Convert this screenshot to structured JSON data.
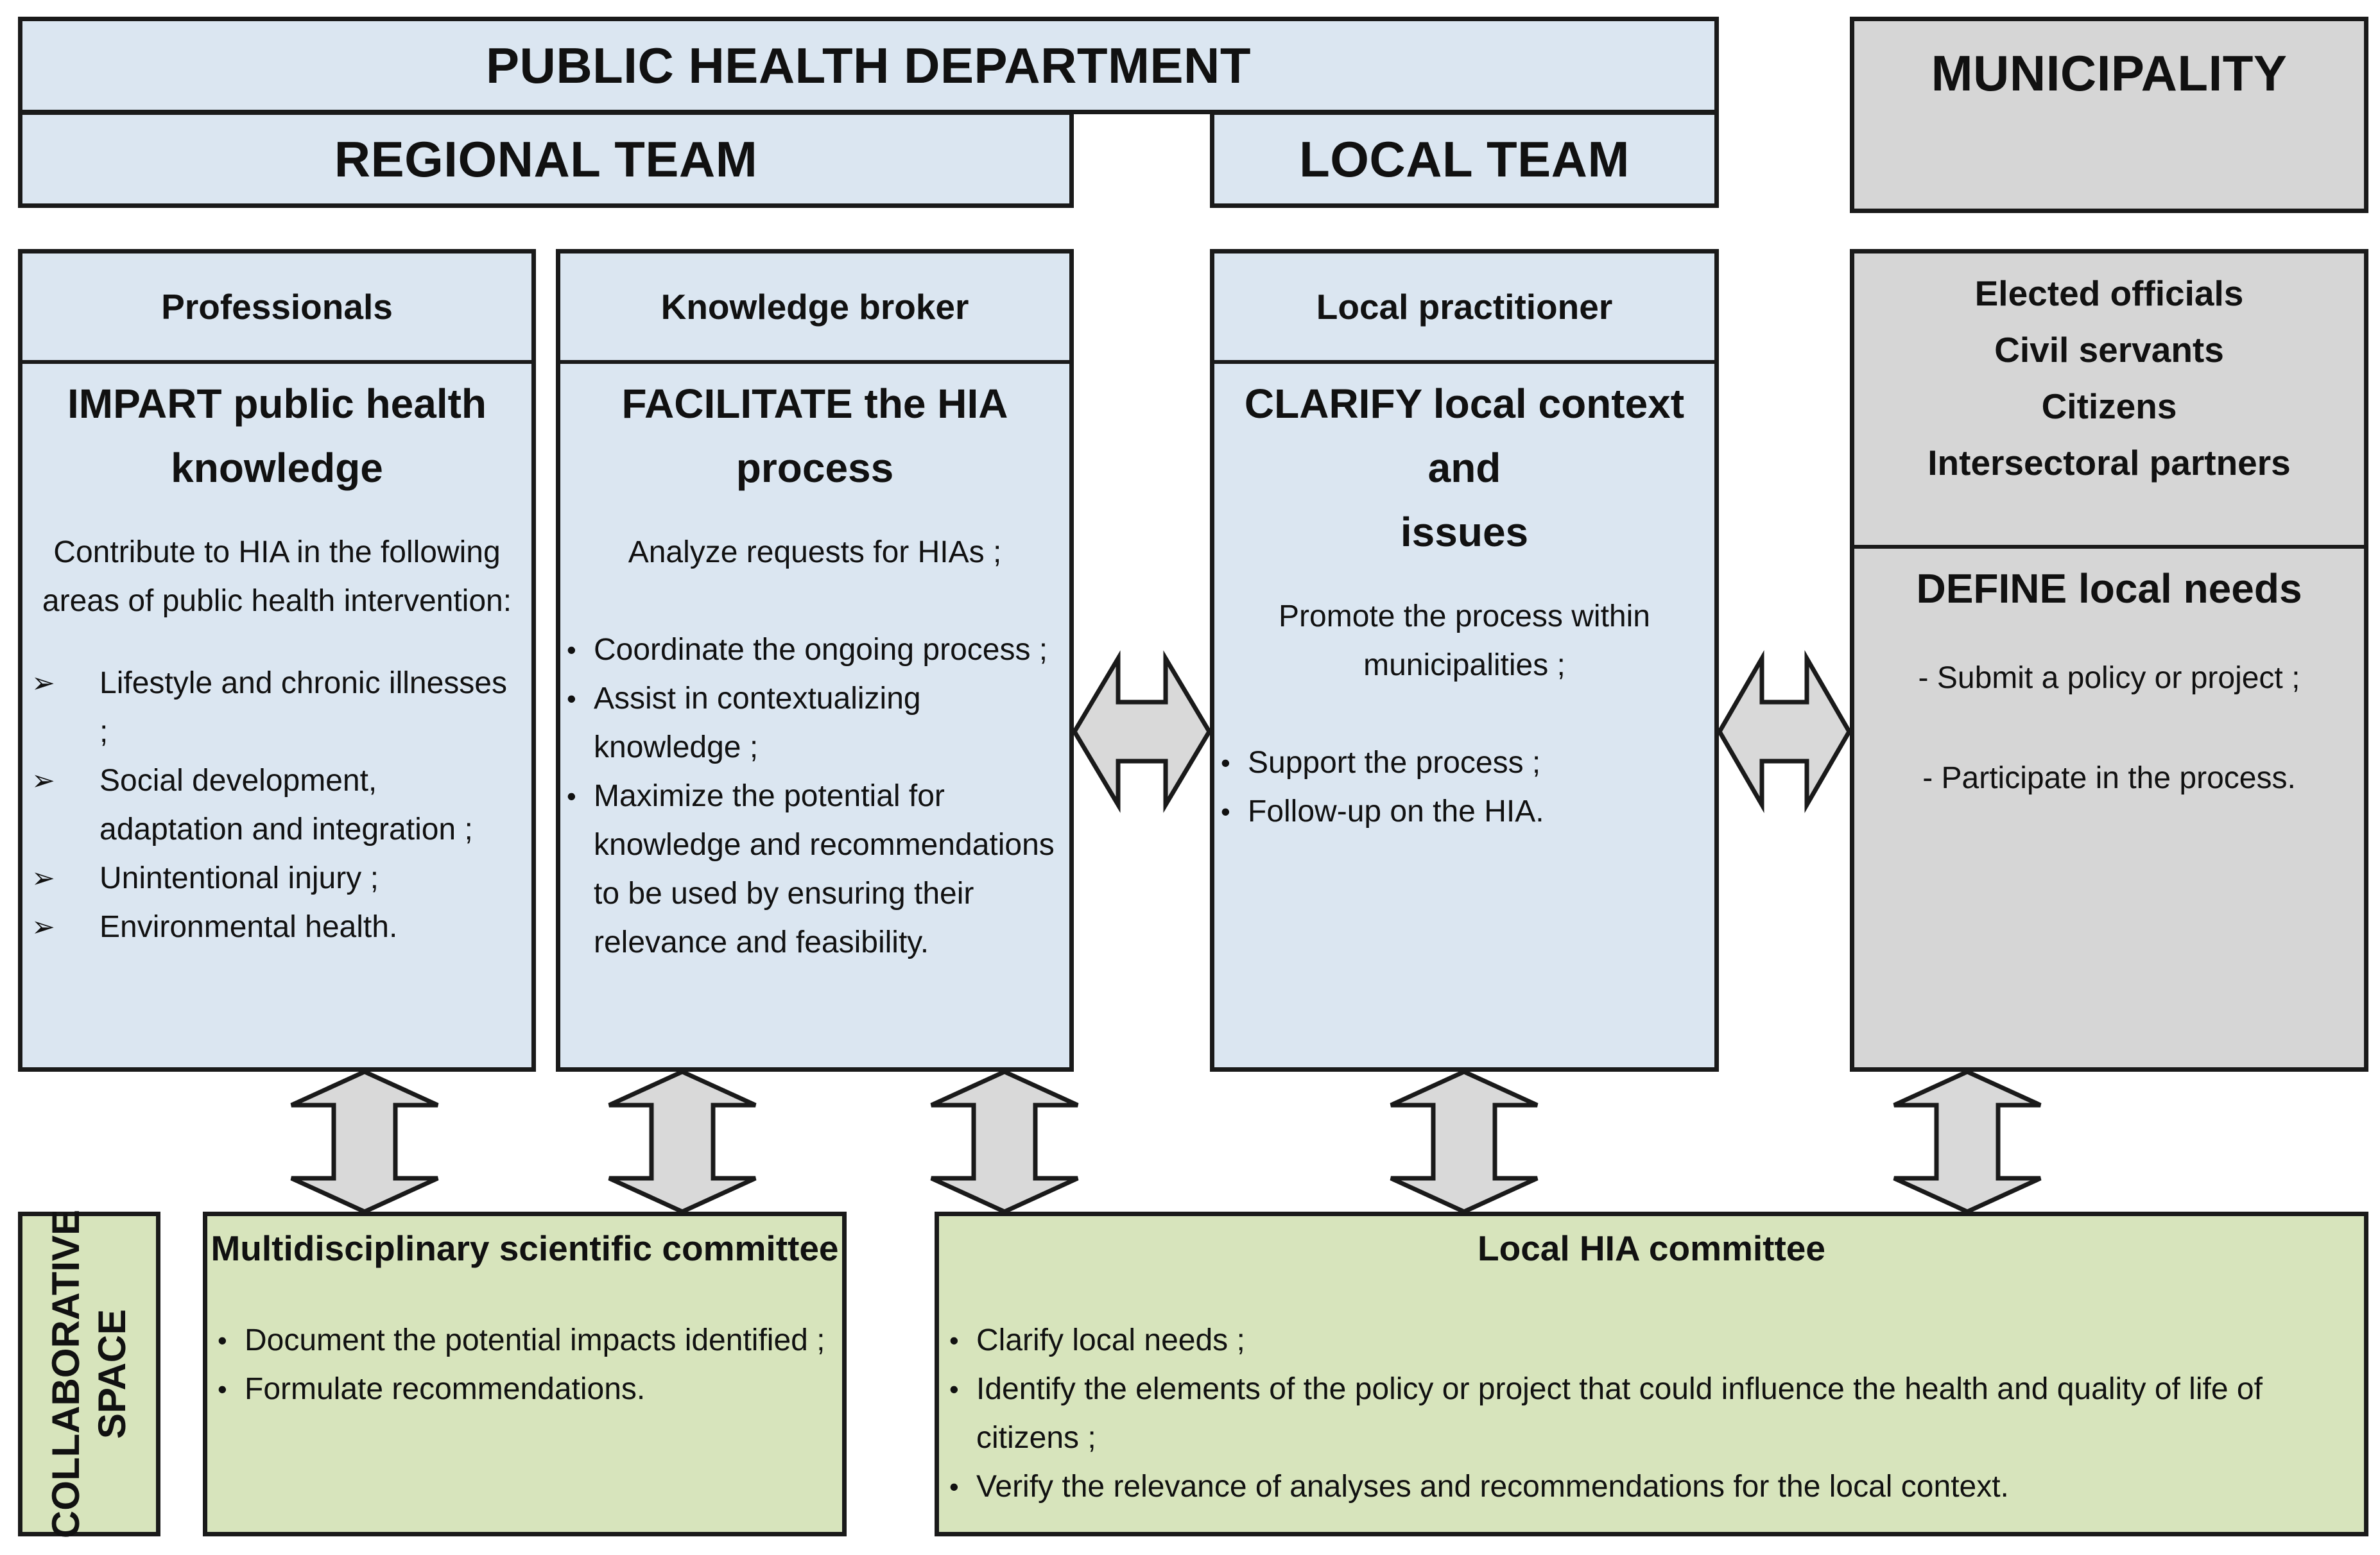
{
  "header": {
    "public_health_department": "PUBLIC HEALTH DEPARTMENT",
    "regional_team": "REGIONAL TEAM",
    "local_team": "LOCAL TEAM",
    "municipality": "MUNICIPALITY"
  },
  "columns": {
    "professionals": {
      "role": "Professionals",
      "title_line1": "IMPART public health",
      "title_line2": "knowledge",
      "intro_line1": "Contribute to HIA in the following",
      "intro_line2": "areas of public health intervention:",
      "items": [
        "Lifestyle and chronic illnesses ;",
        "Social development, adaptation and integration ;",
        "Unintentional injury ;",
        "Environmental health."
      ]
    },
    "knowledge_broker": {
      "role": "Knowledge broker",
      "title_line1": "FACILITATE the HIA",
      "title_line2": "process",
      "intro": "Analyze requests for HIAs ;",
      "items": [
        "Coordinate the ongoing process ;",
        "Assist in contextualizing knowledge ;",
        "Maximize the potential for knowledge and recommendations to be used by ensuring their relevance and feasibility."
      ]
    },
    "local_practitioner": {
      "role": "Local practitioner",
      "title_line1": "CLARIFY local context and",
      "title_line2": "issues",
      "intro_line1": "Promote the process within",
      "intro_line2": "municipalities ;",
      "items": [
        "Support the process ;",
        "Follow-up on the HIA."
      ]
    },
    "municipality": {
      "roles": [
        "Elected officials",
        "Civil servants",
        "Citizens",
        "Intersectoral partners"
      ],
      "title": "DEFINE local needs",
      "items": [
        "- Submit a policy or project ;",
        "- Participate in the process."
      ]
    }
  },
  "collaborative_space": {
    "label_line1": "COLLABORATIVE",
    "label_line2": "SPACE",
    "scientific_committee": {
      "title": "Multidisciplinary scientific committee",
      "items": [
        "Document the potential impacts identified ;",
        "Formulate recommendations."
      ]
    },
    "local_committee": {
      "title": "Local HIA committee",
      "items": [
        "Clarify local needs ;",
        "Identify the elements of the policy or project that could influence the health and quality of life of citizens ;",
        "Verify the relevance of analyses and recommendations for the local context."
      ]
    }
  },
  "colors": {
    "department_blue": "#dbe6f1",
    "municipality_gray": "#d6d6d6",
    "committee_green": "#d7e4bc",
    "arrow_fill": "#d9d9d9"
  },
  "icons": {
    "bullet_arrow": "arrowhead-bullet-icon",
    "bullet_dot": "dot-bullet-icon",
    "connector": "double-headed-arrow-icon"
  }
}
